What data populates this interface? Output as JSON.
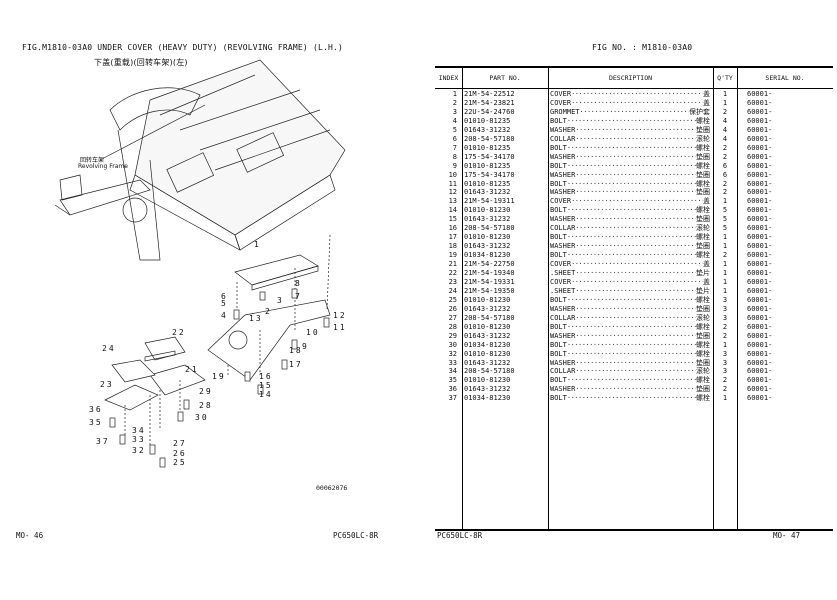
{
  "left_page": {
    "figure_title": "FIG.M1810-03A0    UNDER COVER (HEAVY DUTY) (REVOLVING FRAME) (L.H.)",
    "figure_title_cn": "下盖(重载)(回转车架)(左)",
    "frame_label_cn": "回转车架",
    "frame_label_en": "Revolving Frame",
    "drawing_number": "00062076",
    "callouts": [
      "1",
      "2",
      "3",
      "4",
      "5",
      "6",
      "7",
      "8",
      "9",
      "10",
      "11",
      "12",
      "13",
      "14",
      "15",
      "16",
      "17",
      "18",
      "19",
      "21",
      "22",
      "23",
      "24",
      "25",
      "26",
      "27",
      "28",
      "29",
      "30",
      "32",
      "33",
      "34",
      "35",
      "36",
      "37"
    ],
    "footer_page": "MO-   46",
    "footer_model": "PC650LC-8R"
  },
  "right_page": {
    "fig_no": "FIG NO. : M1810-03A0",
    "headers": {
      "index": "INDEX",
      "part_no": "PART  NO.",
      "description": "DESCRIPTION",
      "qty": "Q'TY",
      "serial": "SERIAL NO."
    },
    "rows": [
      {
        "index": "1",
        "part": "21M-54-22512",
        "desc": "COVER",
        "cn": "盖",
        "qty": "1",
        "serial": "60001-"
      },
      {
        "index": "2",
        "part": "21M-54-23821",
        "desc": "COVER",
        "cn": "盖",
        "qty": "1",
        "serial": "60001-"
      },
      {
        "index": "3",
        "part": "22U-54-24760",
        "desc": "GROMMET",
        "cn": "保护套",
        "qty": "2",
        "serial": "60001-"
      },
      {
        "index": "4",
        "part": "01010-81235",
        "desc": "BOLT",
        "cn": "螺栓",
        "qty": "4",
        "serial": "60001-"
      },
      {
        "index": "5",
        "part": "01643-31232",
        "desc": "WASHER",
        "cn": "垫圈",
        "qty": "4",
        "serial": "60001-"
      },
      {
        "index": "6",
        "part": "208-54-57180",
        "desc": "COLLAR",
        "cn": "滚轮",
        "qty": "4",
        "serial": "60001-"
      },
      {
        "index": "7",
        "part": "01010-81235",
        "desc": "BOLT",
        "cn": "螺栓",
        "qty": "2",
        "serial": "60001-"
      },
      {
        "index": "8",
        "part": "175-54-34170",
        "desc": "WASHER",
        "cn": "垫圈",
        "qty": "2",
        "serial": "60001-"
      },
      {
        "index": "9",
        "part": "01010-81235",
        "desc": "BOLT",
        "cn": "螺栓",
        "qty": "6",
        "serial": "60001-"
      },
      {
        "index": "10",
        "part": "175-54-34170",
        "desc": "WASHER",
        "cn": "垫圈",
        "qty": "6",
        "serial": "60001-"
      },
      {
        "index": "11",
        "part": "01010-81235",
        "desc": "BOLT",
        "cn": "螺栓",
        "qty": "2",
        "serial": "60001-"
      },
      {
        "index": "12",
        "part": "01643-31232",
        "desc": "WASHER",
        "cn": "垫圈",
        "qty": "2",
        "serial": "60001-"
      },
      {
        "index": "13",
        "part": "21M-54-19311",
        "desc": "COVER",
        "cn": "盖",
        "qty": "1",
        "serial": "60001-"
      },
      {
        "index": "14",
        "part": "01010-81230",
        "desc": "BOLT",
        "cn": "螺栓",
        "qty": "5",
        "serial": "60001-"
      },
      {
        "index": "15",
        "part": "01643-31232",
        "desc": "WASHER",
        "cn": "垫圈",
        "qty": "5",
        "serial": "60001-"
      },
      {
        "index": "16",
        "part": "208-54-57180",
        "desc": "COLLAR",
        "cn": "滚轮",
        "qty": "5",
        "serial": "60001-"
      },
      {
        "index": "17",
        "part": "01010-81230",
        "desc": "BOLT",
        "cn": "螺栓",
        "qty": "1",
        "serial": "60001-"
      },
      {
        "index": "18",
        "part": "01643-31232",
        "desc": "WASHER",
        "cn": "垫圈",
        "qty": "1",
        "serial": "60001-"
      },
      {
        "index": "19",
        "part": "01034-81230",
        "desc": "BOLT",
        "cn": "螺栓",
        "qty": "2",
        "serial": "60001-"
      },
      {
        "index": "21",
        "part": "21M-54-22750",
        "desc": "COVER",
        "cn": "盖",
        "qty": "1",
        "serial": "60001-"
      },
      {
        "index": "22",
        "part": "21M-54-19340",
        "desc": ".SHEET",
        "cn": "垫片",
        "qty": "1",
        "serial": "60001-"
      },
      {
        "index": "23",
        "part": "21M-54-19331",
        "desc": "COVER",
        "cn": "盖",
        "qty": "1",
        "serial": "60001-"
      },
      {
        "index": "24",
        "part": "21M-54-19350",
        "desc": ".SHEET",
        "cn": "垫片",
        "qty": "1",
        "serial": "60001-"
      },
      {
        "index": "25",
        "part": "01010-81230",
        "desc": "BOLT",
        "cn": "螺栓",
        "qty": "3",
        "serial": "60001-"
      },
      {
        "index": "26",
        "part": "01643-31232",
        "desc": "WASHER",
        "cn": "垫圈",
        "qty": "3",
        "serial": "60001-"
      },
      {
        "index": "27",
        "part": "208-54-57180",
        "desc": "COLLAR",
        "cn": "滚轮",
        "qty": "3",
        "serial": "60001-"
      },
      {
        "index": "28",
        "part": "01010-81230",
        "desc": "BOLT",
        "cn": "螺栓",
        "qty": "2",
        "serial": "60001-"
      },
      {
        "index": "29",
        "part": "01643-31232",
        "desc": "WASHER",
        "cn": "垫圈",
        "qty": "2",
        "serial": "60001-"
      },
      {
        "index": "30",
        "part": "01034-81230",
        "desc": "BOLT",
        "cn": "螺栓",
        "qty": "1",
        "serial": "60001-"
      },
      {
        "index": "32",
        "part": "01010-81230",
        "desc": "BOLT",
        "cn": "螺栓",
        "qty": "3",
        "serial": "60001-"
      },
      {
        "index": "33",
        "part": "01643-31232",
        "desc": "WASHER",
        "cn": "垫圈",
        "qty": "3",
        "serial": "60001-"
      },
      {
        "index": "34",
        "part": "208-54-57180",
        "desc": "COLLAR",
        "cn": "滚轮",
        "qty": "3",
        "serial": "60001-"
      },
      {
        "index": "35",
        "part": "01010-81230",
        "desc": "BOLT",
        "cn": "螺栓",
        "qty": "2",
        "serial": "60001-"
      },
      {
        "index": "36",
        "part": "01643-31232",
        "desc": "WASHER",
        "cn": "垫圈",
        "qty": "2",
        "serial": "60001-"
      },
      {
        "index": "37",
        "part": "01034-81230",
        "desc": "BOLT",
        "cn": "螺栓",
        "qty": "1",
        "serial": "60001-"
      }
    ],
    "footer_model": "PC650LC-8R",
    "footer_page": "MO-   47"
  }
}
